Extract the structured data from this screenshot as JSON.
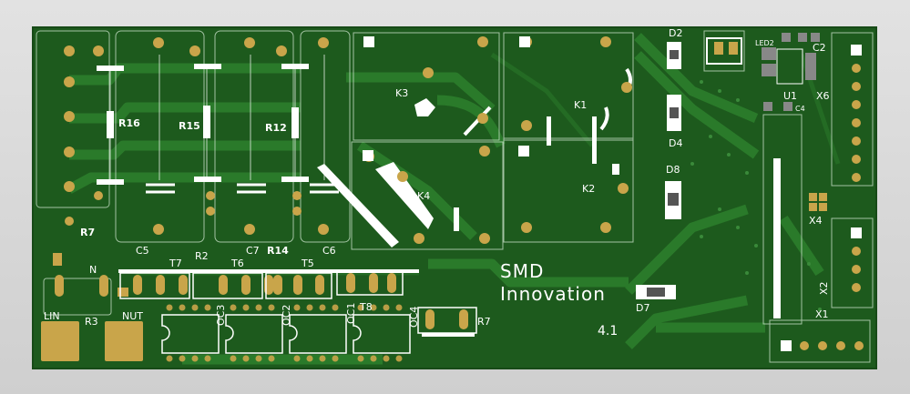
{
  "board": {
    "brand_line1": "SMD",
    "brand_line2": "Innovation",
    "version": "4.1",
    "colors": {
      "background": "#d4d4d4",
      "solder_mask": "#1d5a1d",
      "trace": "#2a7a2a",
      "pad_gold": "#c9a54a",
      "silkscreen": "#ffffff"
    }
  },
  "labels": {
    "r16": "R16",
    "r15": "R15",
    "r12": "R12",
    "r14": "R14",
    "r7_left": "R7",
    "r7_right": "R7",
    "c5": "C5",
    "c6": "C6",
    "c7": "C7",
    "r2": "R2",
    "r3": "R3",
    "t7": "T7",
    "t6": "T6",
    "t5": "T5",
    "t8": "T8",
    "oc1": "OC1",
    "oc2": "OC2",
    "oc3": "OC3",
    "oc4": "OC4",
    "k1": "K1",
    "k2": "K2",
    "k3": "K3",
    "k4": "K4",
    "d2": "D2",
    "d4": "D4",
    "d7": "D7",
    "d8": "D8",
    "led2": "LED2",
    "c2": "C2",
    "c4": "C4",
    "u1": "U1",
    "x1": "X1",
    "x2": "X2",
    "x4": "X4",
    "x6": "X6",
    "n": "N",
    "lin": "LIN",
    "nut": "NUT"
  }
}
